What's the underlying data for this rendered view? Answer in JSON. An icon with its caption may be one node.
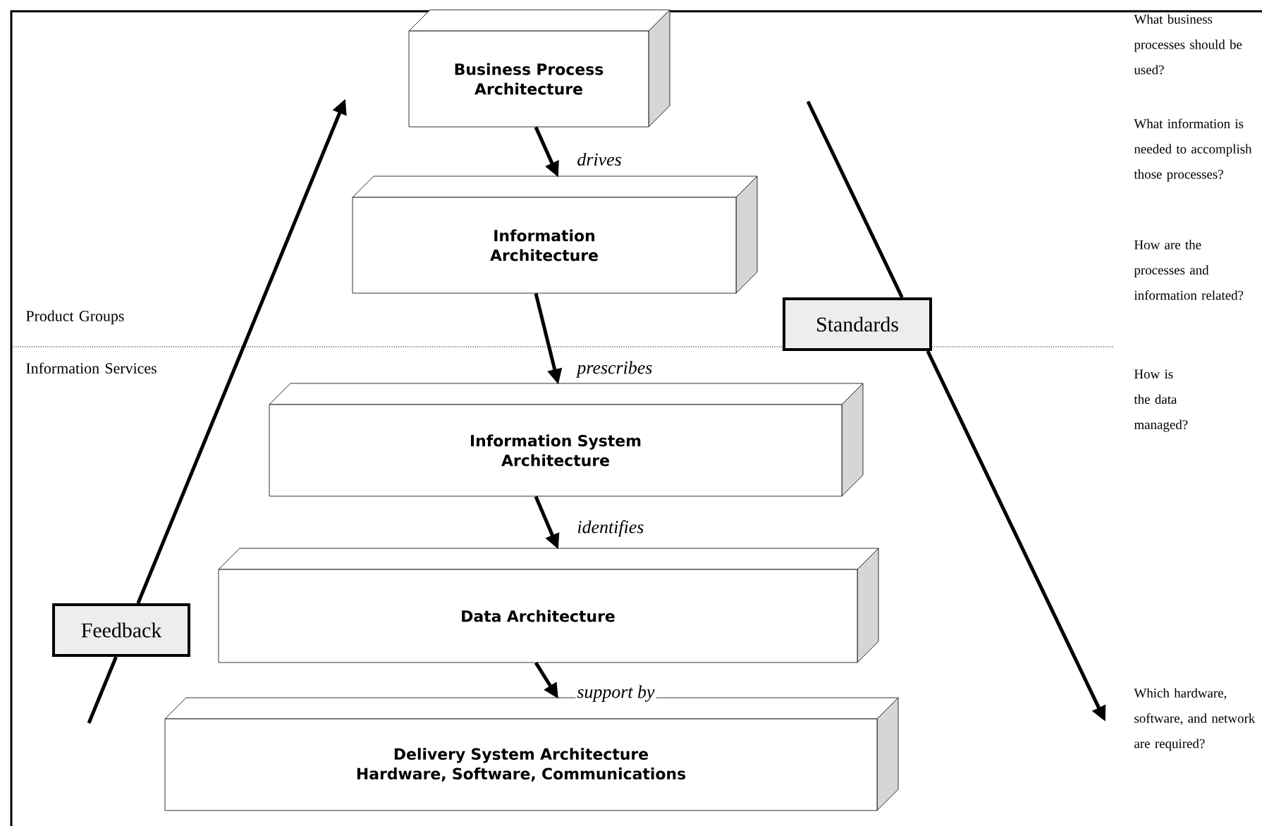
{
  "diagram": {
    "nodes": [
      {
        "text": [
          "Business Process Architecture"
        ]
      },
      {
        "text": [
          "Information Architecture"
        ]
      },
      {
        "text": [
          "Information System Architecture"
        ]
      },
      {
        "text": [
          "Data Architecture"
        ]
      },
      {
        "text": [
          "Delivery System Architecture",
          "Hardware, Software, Communications"
        ]
      },
      {
        "text": [
          "Standards"
        ]
      },
      {
        "text": [
          "Feedback"
        ]
      }
    ],
    "edges": [
      {
        "from": 0,
        "to": 1,
        "arrow": "to",
        "label": "drives"
      },
      {
        "from": 1,
        "to": 2,
        "arrow": "to",
        "label": "prescribes"
      },
      {
        "from": 2,
        "to": 3,
        "arrow": "to",
        "label": "identifies"
      },
      {
        "from": 3,
        "to": 4,
        "arrow": "to",
        "label": "support by"
      },
      {
        "from": 5,
        "to": null,
        "arrow": "to"
      },
      {
        "from": 6,
        "to": null,
        "arrow": "to"
      }
    ],
    "labels": [
      "Product Groups",
      "Information Services",
      "What business processes should be used?",
      "What information is needed to accomplish those processes?",
      "How are the processes and information related?",
      "How is the data managed?",
      "Which hardware, software, and network are required?"
    ]
  }
}
